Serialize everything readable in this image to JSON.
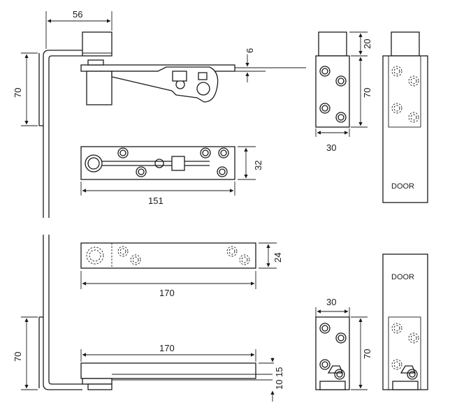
{
  "dimensions": {
    "top_offset": "56",
    "top_plate_thickness": "6",
    "top_height": "70",
    "top_plate_width": "32",
    "top_plate_length": "151",
    "right_top_cap": "20",
    "right_top_height": "70",
    "right_top_width": "30",
    "bottom_plate_width": "24",
    "bottom_plate_length": "170",
    "bottom_height": "70",
    "bottom_arm_length": "170",
    "bottom_thickness_a": "15",
    "bottom_thickness_b": "10",
    "right_bottom_width": "30",
    "right_bottom_height": "70"
  },
  "labels": {
    "door_top": "DOOR",
    "door_bottom": "DOOR"
  },
  "colors": {
    "line": "#1a1a1a",
    "background": "#ffffff"
  }
}
